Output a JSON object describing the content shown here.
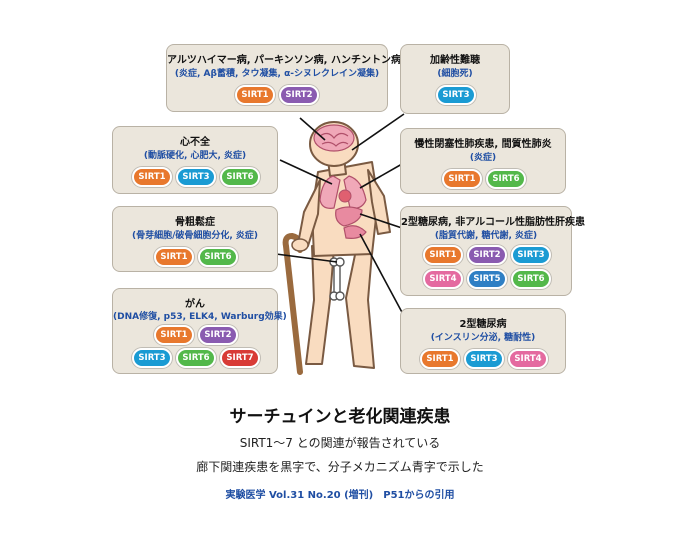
{
  "colors": {
    "box_fill": "#ebe6dc",
    "box_border": "#b9b2a5",
    "mechanism_text": "#1f4ea3",
    "body_fill": "#f9dcc0",
    "organ_fill": "#f0a8b8",
    "SIRT1": "#e8782d",
    "SIRT2": "#8a5bb0",
    "SIRT3": "#1a9bd3",
    "SIRT4": "#e46aa0",
    "SIRT5": "#2f7fc4",
    "SIRT6": "#53b84a",
    "SIRT7": "#d83b36"
  },
  "diseases": [
    {
      "key": "neuro",
      "title": "アルツハイマー病, パーキンソン病, ハンチントン病",
      "mechanism": "(炎症, Aβ蓄積, タウ凝集, α-シヌレクレイン凝集)",
      "sirtuins": [
        "SIRT1",
        "SIRT2"
      ]
    },
    {
      "key": "aging",
      "title": "加齢性難聴",
      "mechanism": "(細胞死)",
      "sirtuins": [
        "SIRT3"
      ]
    },
    {
      "key": "heart",
      "title": "心不全",
      "mechanism": "(動脈硬化, 心肥大, 炎症)",
      "sirtuins": [
        "SIRT1",
        "SIRT3",
        "SIRT6"
      ]
    },
    {
      "key": "copd",
      "title": "慢性閉塞性肺疾患, 間質性肺炎",
      "mechanism": "(炎症)",
      "sirtuins": [
        "SIRT1",
        "SIRT6"
      ]
    },
    {
      "key": "bone",
      "title": "骨粗鬆症",
      "mechanism": "(骨芽細胞/破骨細胞分化, 炎症)",
      "sirtuins": [
        "SIRT1",
        "SIRT6"
      ]
    },
    {
      "key": "nafld",
      "title": "2型糖尿病, 非アルコール性脂肪性肝疾患",
      "mechanism": "(脂質代謝, 糖代謝, 炎症)",
      "sirtuins": [
        "SIRT1",
        "SIRT2",
        "SIRT3",
        "SIRT4",
        "SIRT5",
        "SIRT6"
      ]
    },
    {
      "key": "cancer",
      "title": "がん",
      "mechanism": "(DNA修復, p53, ELK4, Warburg効果)",
      "sirtuins": [
        "SIRT1",
        "SIRT2",
        "SIRT3",
        "SIRT6",
        "SIRT7"
      ]
    },
    {
      "key": "t2d",
      "title": "2型糖尿病",
      "mechanism": "(インスリン分泌, 糖耐性)",
      "sirtuins": [
        "SIRT1",
        "SIRT3",
        "SIRT4"
      ]
    }
  ],
  "caption": {
    "title": "サーチュインと老化関連疾患",
    "line1": "SIRT1〜7 との関連が報告されている",
    "line2": "廊下関連疾患を黒字で、分子メカニズム青字で示した",
    "source": "実験医学 Vol.31 No.20 (増刊)　P51からの引用"
  }
}
